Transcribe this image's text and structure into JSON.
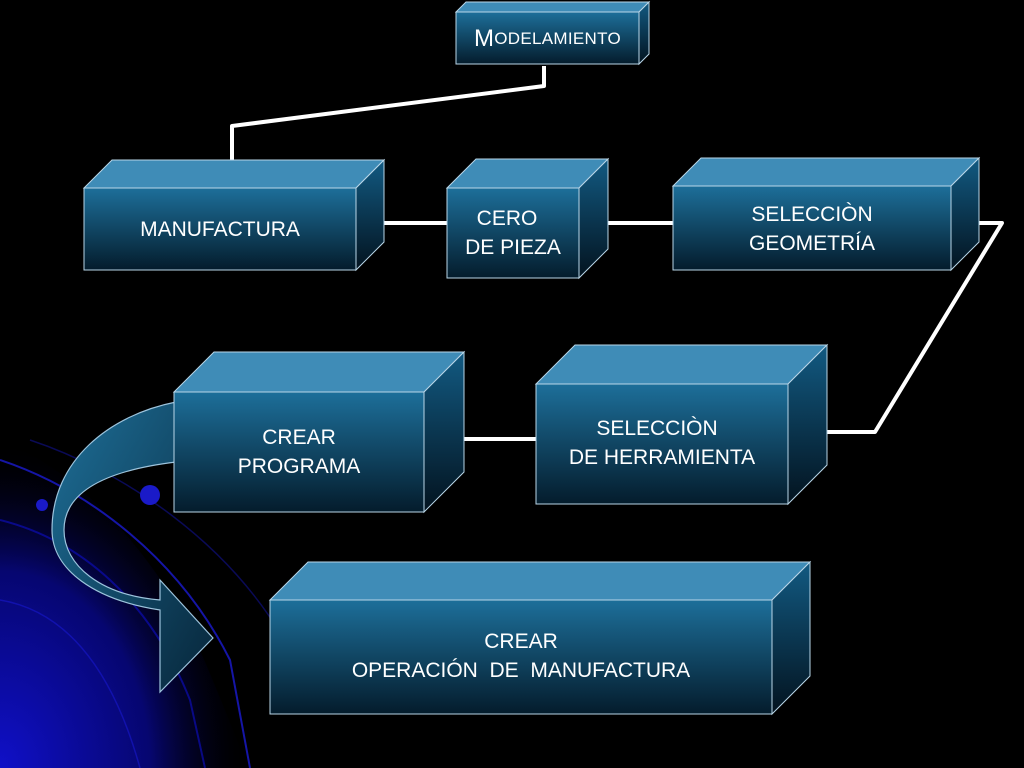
{
  "nodes": {
    "modelamiento": {
      "cap": "M",
      "rest": "ODELAMIENTO"
    },
    "manufactura": {
      "lines": [
        "MANUFACTURA"
      ]
    },
    "cero_pieza": {
      "lines": [
        "CERO",
        "DE PIEZA"
      ]
    },
    "seleccion_geometria": {
      "lines": [
        "SELECCIÒN",
        "GEOMETRÍA"
      ]
    },
    "seleccion_herramienta": {
      "lines": [
        "SELECCIÒN",
        "DE HERRAMIENTA"
      ]
    },
    "crear_programa": {
      "lines": [
        "CREAR",
        "PROGRAMA"
      ]
    },
    "crear_operacion": {
      "lines": [
        "CREAR",
        "OPERACIÓN  DE  MANUFACTURA"
      ]
    }
  },
  "edges": [
    {
      "from": "modelamiento",
      "to": "manufactura"
    },
    {
      "from": "manufactura",
      "to": "cero_pieza"
    },
    {
      "from": "cero_pieza",
      "to": "seleccion_geometria"
    },
    {
      "from": "seleccion_geometria",
      "to": "seleccion_herramienta"
    },
    {
      "from": "seleccion_herramienta",
      "to": "crear_programa"
    },
    {
      "from": "crear_programa",
      "to": "crear_operacion"
    }
  ],
  "colors": {
    "background": "#000000",
    "box_front_top": "#1d6f9a",
    "box_front_bottom": "#041c2c",
    "box_top_face": "#3f8cb7",
    "box_side_face": "#0b3f5f",
    "connector": "#ffffff",
    "decor_blue": "#0a0aa8"
  }
}
